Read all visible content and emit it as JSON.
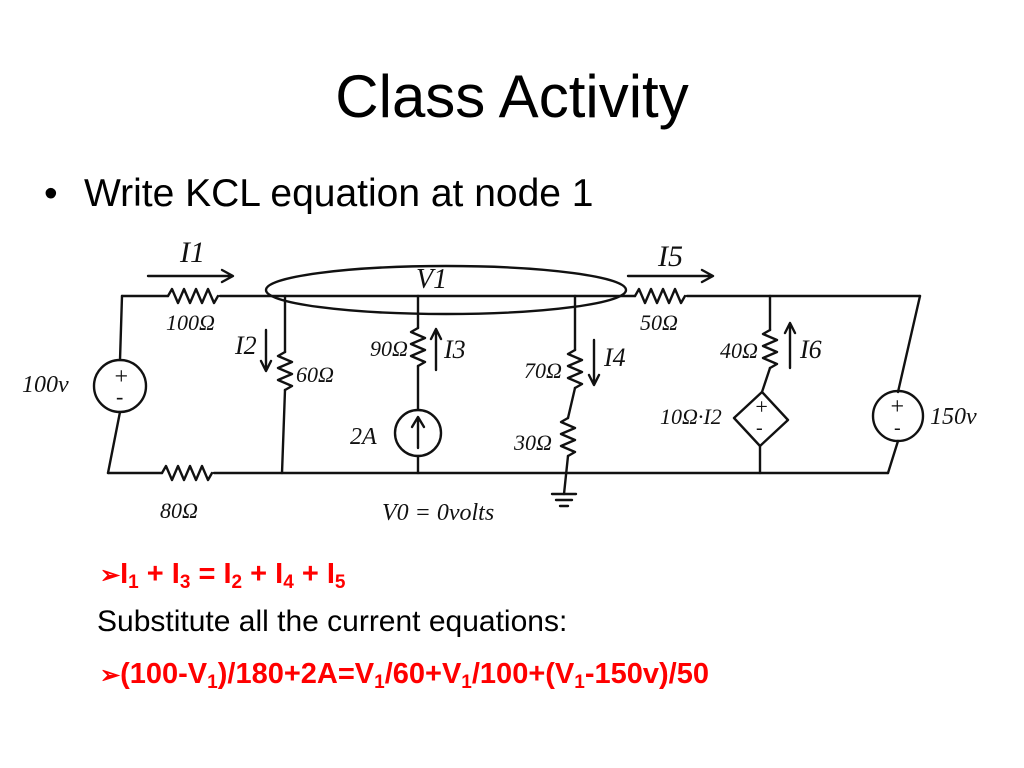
{
  "title": "Class Activity",
  "bullet": "Write KCL equation at node 1",
  "circuit": {
    "labels": {
      "i1": "I1",
      "v1": "V1",
      "i5": "I5",
      "r100": "100Ω",
      "r50": "50Ω",
      "i2": "I2",
      "r60": "60Ω",
      "r90": "90Ω",
      "i3": "I3",
      "r70": "70Ω",
      "i4": "I4",
      "r40": "40Ω",
      "i6": "I6",
      "src100": "100v",
      "src150": "150v",
      "cs2a": "2A",
      "dep": "10Ω·I2",
      "r30": "30Ω",
      "r80": "80Ω",
      "v0": "V0 = 0volts"
    }
  },
  "equations": {
    "kcl": {
      "t1": "I",
      "s1": "1",
      "t2": " + I",
      "s2": "3",
      "t3": " = I",
      "s3": "2",
      "t4": " + I",
      "s4": "4",
      "t5": " + I",
      "s5": "5"
    },
    "substitute_text": "Substitute all the current equations:",
    "full": {
      "t1": "(100-V",
      "s1": "1",
      "t2": ")/180+2A=V",
      "s2": "1",
      "t3": "/60+V",
      "s3": "1",
      "t4": "/100+(V",
      "s4": "1",
      "t5": "-150v)/50"
    }
  }
}
